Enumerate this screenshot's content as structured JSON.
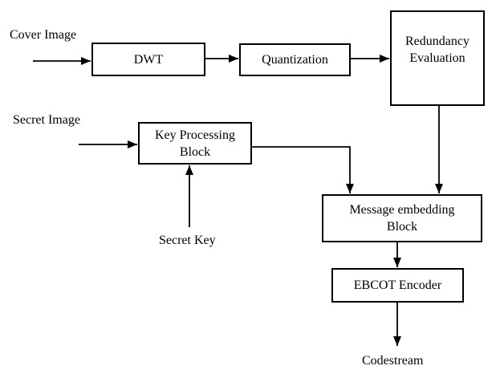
{
  "diagram": {
    "background_color": "#ffffff",
    "line_color": "#000000",
    "text_color": "#000000",
    "labels": {
      "cover_image": "Cover Image",
      "secret_image": "Secret Image",
      "secret_key": "Secret Key",
      "codestream": "Codestream"
    },
    "boxes": {
      "dwt": {
        "label": "DWT"
      },
      "quantization": {
        "label": "Quantization"
      },
      "redundancy": {
        "line1": "Redundancy",
        "line2": "Evaluation"
      },
      "key_processing": {
        "line1": "Key Processing",
        "line2": "Block"
      },
      "message_embedding": {
        "line1": "Message embedding",
        "line2": "Block"
      },
      "ebcot": {
        "label": "EBCOT Encoder"
      }
    },
    "connections": [
      {
        "from": "cover-image",
        "to": "dwt"
      },
      {
        "from": "dwt",
        "to": "quantization"
      },
      {
        "from": "quantization",
        "to": "redundancy-evaluation"
      },
      {
        "from": "redundancy-evaluation",
        "to": "message-embedding-block"
      },
      {
        "from": "secret-image",
        "to": "key-processing-block"
      },
      {
        "from": "secret-key",
        "to": "key-processing-block"
      },
      {
        "from": "key-processing-block",
        "to": "message-embedding-block"
      },
      {
        "from": "message-embedding-block",
        "to": "ebcot-encoder"
      },
      {
        "from": "ebcot-encoder",
        "to": "codestream"
      }
    ]
  }
}
